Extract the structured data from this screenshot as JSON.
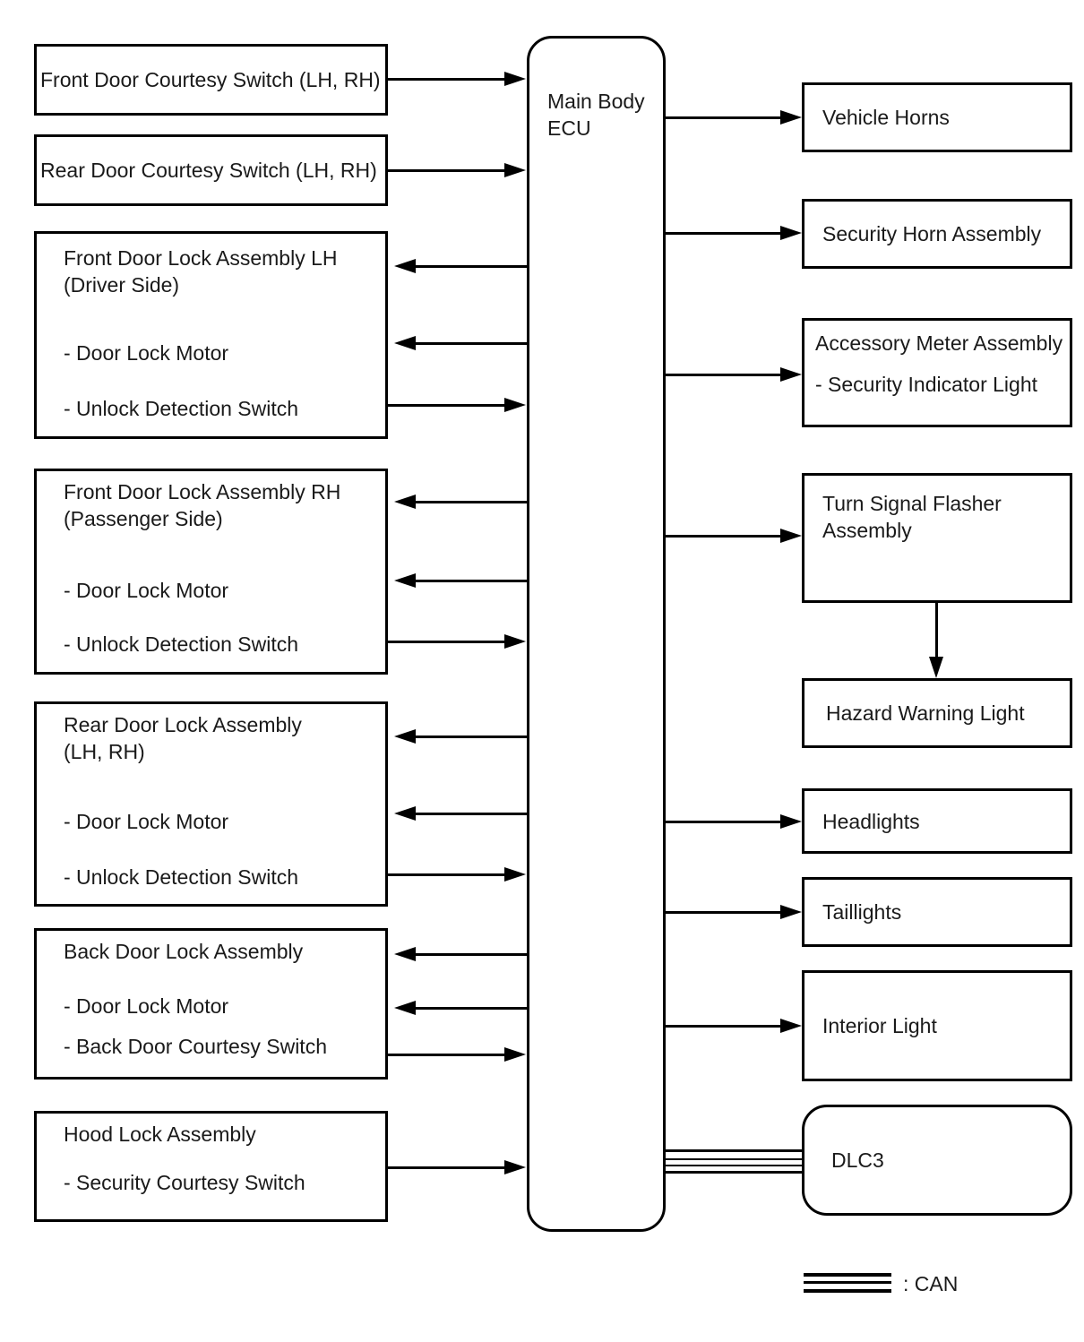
{
  "diagram": {
    "ecu": {
      "line1": "Main Body",
      "line2": "ECU"
    },
    "left": {
      "front_door_courtesy": {
        "label": "Front Door Courtesy Switch (LH, RH)"
      },
      "rear_door_courtesy": {
        "label": "Rear Door Courtesy Switch (LH, RH)"
      },
      "front_door_lock_lh": {
        "title1": "Front Door Lock Assembly LH",
        "title2": "(Driver Side)",
        "item1": "- Door Lock Motor",
        "item2": "- Unlock Detection Switch"
      },
      "front_door_lock_rh": {
        "title1": "Front Door Lock Assembly RH",
        "title2": "(Passenger Side)",
        "item1": "- Door Lock Motor",
        "item2": "- Unlock Detection Switch"
      },
      "rear_door_lock": {
        "title1": "Rear Door Lock Assembly",
        "title2": "(LH, RH)",
        "item1": "- Door Lock Motor",
        "item2": "- Unlock Detection Switch"
      },
      "back_door_lock": {
        "title": "Back Door Lock Assembly",
        "item1": "- Door Lock Motor",
        "item2": "- Back Door Courtesy Switch"
      },
      "hood_lock": {
        "title": "Hood Lock Assembly",
        "item1": "- Security Courtesy Switch"
      }
    },
    "right": {
      "vehicle_horns": {
        "label": "Vehicle Horns"
      },
      "security_horn": {
        "label": "Security Horn Assembly"
      },
      "accessory_meter": {
        "title": "Accessory Meter Assembly",
        "item1": "- Security Indicator Light"
      },
      "turn_signal": {
        "title1": "Turn Signal Flasher",
        "title2": "Assembly"
      },
      "hazard": {
        "label": "Hazard Warning Light"
      },
      "headlights": {
        "label": "Headlights"
      },
      "taillights": {
        "label": "Taillights"
      },
      "interior_light": {
        "label": "Interior Light"
      },
      "dlc3": {
        "label": "DLC3"
      }
    },
    "legend": {
      "can_label": ": CAN"
    },
    "colors": {
      "line": "#000000",
      "text": "#1a1a1a",
      "background": "#ffffff"
    }
  }
}
